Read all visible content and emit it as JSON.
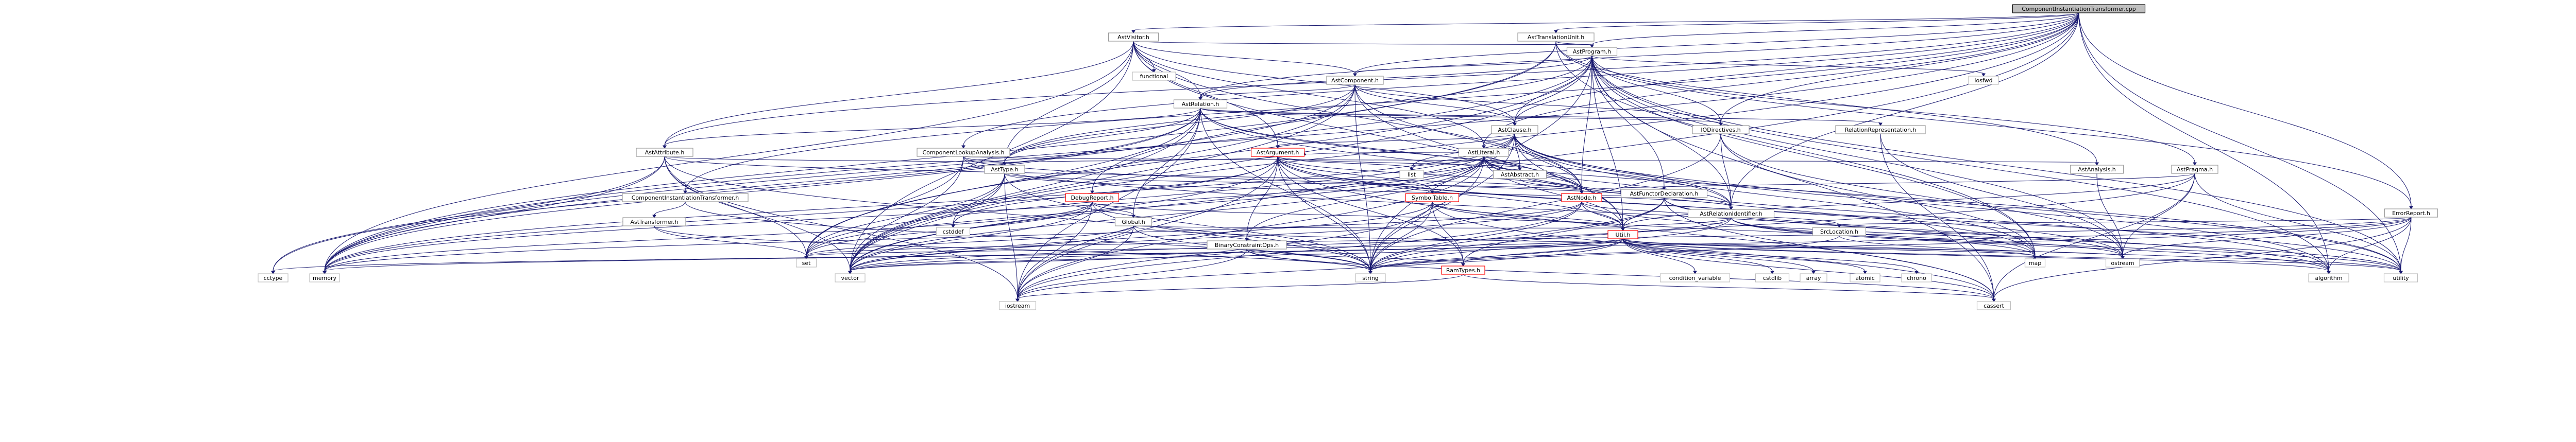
{
  "nodes": [
    {
      "id": "root",
      "label": "ComponentInstantiationTransformer.cpp",
      "kind": "root"
    },
    {
      "id": "astvisitor",
      "label": "AstVisitor.h",
      "kind": "hdr"
    },
    {
      "id": "asttu",
      "label": "AstTranslationUnit.h",
      "kind": "hdr"
    },
    {
      "id": "astprogram",
      "label": "AstProgram.h",
      "kind": "hdr"
    },
    {
      "id": "functional",
      "label": "functional",
      "kind": "sys"
    },
    {
      "id": "astcomponent",
      "label": "AstComponent.h",
      "kind": "hdr"
    },
    {
      "id": "iosfwd",
      "label": "iosfwd",
      "kind": "sys"
    },
    {
      "id": "astrelation",
      "label": "AstRelation.h",
      "kind": "hdr"
    },
    {
      "id": "astclause",
      "label": "AstClause.h",
      "kind": "hdr"
    },
    {
      "id": "ioqh",
      "label": "IODirectives.h",
      "kind": "hdr"
    },
    {
      "id": "relrep",
      "label": "RelationRepresentation.h",
      "kind": "hdr"
    },
    {
      "id": "astattribute",
      "label": "AstAttribute.h",
      "kind": "hdr"
    },
    {
      "id": "complookup",
      "label": "ComponentLookupAnalysis.h",
      "kind": "hdr"
    },
    {
      "id": "astargument",
      "label": "AstArgument.h",
      "kind": "red"
    },
    {
      "id": "astliteral",
      "label": "AstLiteral.h",
      "kind": "hdr"
    },
    {
      "id": "asttype",
      "label": "AstType.h",
      "kind": "hdr"
    },
    {
      "id": "list",
      "label": "list",
      "kind": "sys"
    },
    {
      "id": "astabstract",
      "label": "AstAbstract.h",
      "kind": "hdr"
    },
    {
      "id": "astfunctor",
      "label": "AstFunctorDeclaration.h",
      "kind": "hdr"
    },
    {
      "id": "astanalysis",
      "label": "AstAnalysis.h",
      "kind": "hdr"
    },
    {
      "id": "astpragma",
      "label": "AstPragma.h",
      "kind": "hdr"
    },
    {
      "id": "compinst",
      "label": "ComponentInstantiationTransformer.h",
      "kind": "hdr"
    },
    {
      "id": "asttransformer",
      "label": "AstTransformer.h",
      "kind": "hdr"
    },
    {
      "id": "debugreport",
      "label": "DebugReport.h",
      "kind": "red"
    },
    {
      "id": "global",
      "label": "Global.h",
      "kind": "hdr"
    },
    {
      "id": "symboltable",
      "label": "SymbolTable.h",
      "kind": "red"
    },
    {
      "id": "binconstr",
      "label": "BinaryConstraintOps.h",
      "kind": "hdr"
    },
    {
      "id": "astnode",
      "label": "AstNode.h",
      "kind": "red"
    },
    {
      "id": "astrelid",
      "label": "AstRelationIdentifier.h",
      "kind": "hdr"
    },
    {
      "id": "srclocation",
      "label": "SrcLocation.h",
      "kind": "hdr"
    },
    {
      "id": "errorreport",
      "label": "ErrorReport.h",
      "kind": "hdr"
    },
    {
      "id": "utilh",
      "label": "Util.h",
      "kind": "red"
    },
    {
      "id": "ramtypes",
      "label": "RamTypes.h",
      "kind": "red"
    },
    {
      "id": "cstddef",
      "label": "cstddef",
      "kind": "sys"
    },
    {
      "id": "cctype",
      "label": "cctype",
      "kind": "sys"
    },
    {
      "id": "memory",
      "label": "memory",
      "kind": "sys"
    },
    {
      "id": "set",
      "label": "set",
      "kind": "sys"
    },
    {
      "id": "vector",
      "label": "vector",
      "kind": "sys"
    },
    {
      "id": "string",
      "label": "string",
      "kind": "sys"
    },
    {
      "id": "iostream",
      "label": "iostream",
      "kind": "sys"
    },
    {
      "id": "condvar",
      "label": "condition_variable",
      "kind": "sys"
    },
    {
      "id": "cstdlib",
      "label": "cstdlib",
      "kind": "sys"
    },
    {
      "id": "array",
      "label": "array",
      "kind": "sys"
    },
    {
      "id": "atomic",
      "label": "atomic",
      "kind": "sys"
    },
    {
      "id": "chrono",
      "label": "chrono",
      "kind": "sys"
    },
    {
      "id": "cassert",
      "label": "cassert",
      "kind": "sys"
    },
    {
      "id": "map",
      "label": "map",
      "kind": "sys"
    },
    {
      "id": "ostream",
      "label": "ostream",
      "kind": "sys"
    },
    {
      "id": "algorithm",
      "label": "algorithm",
      "kind": "sys"
    },
    {
      "id": "utility",
      "label": "utility",
      "kind": "sys"
    }
  ],
  "edges": [
    [
      "root",
      "astvisitor"
    ],
    [
      "root",
      "asttu"
    ],
    [
      "root",
      "astprogram"
    ],
    [
      "root",
      "astcomponent"
    ],
    [
      "root",
      "astclause"
    ],
    [
      "root",
      "astliteral"
    ],
    [
      "root",
      "astrelation"
    ],
    [
      "root",
      "astattribute"
    ],
    [
      "root",
      "complookup"
    ],
    [
      "root",
      "astrelid"
    ],
    [
      "root",
      "errorreport"
    ],
    [
      "root",
      "iostream"
    ],
    [
      "root",
      "memory"
    ],
    [
      "root",
      "utility"
    ],
    [
      "root",
      "ioqh"
    ],
    [
      "root",
      "compinst"
    ],
    [
      "root",
      "vector"
    ],
    [
      "root",
      "algorithm"
    ],
    [
      "astvisitor",
      "astprogram"
    ],
    [
      "astvisitor",
      "functional"
    ],
    [
      "astvisitor",
      "astcomponent"
    ],
    [
      "astvisitor",
      "astrelation"
    ],
    [
      "astvisitor",
      "astclause"
    ],
    [
      "astvisitor",
      "astargument"
    ],
    [
      "astvisitor",
      "astliteral"
    ],
    [
      "astvisitor",
      "astattribute"
    ],
    [
      "astvisitor",
      "asttype"
    ],
    [
      "astvisitor",
      "astnode"
    ],
    [
      "astvisitor",
      "memory"
    ],
    [
      "astvisitor",
      "vector"
    ],
    [
      "astvisitor",
      "utilh"
    ],
    [
      "asttu",
      "astprogram"
    ],
    [
      "asttu",
      "errorreport"
    ],
    [
      "asttu",
      "debugreport"
    ],
    [
      "asttu",
      "astanalysis"
    ],
    [
      "asttu",
      "memory"
    ],
    [
      "asttu",
      "map"
    ],
    [
      "astprogram",
      "iosfwd"
    ],
    [
      "astprogram",
      "astcomponent"
    ],
    [
      "astprogram",
      "astrelation"
    ],
    [
      "astprogram",
      "astclause"
    ],
    [
      "astprogram",
      "astfunctor"
    ],
    [
      "astprogram",
      "astpragma"
    ],
    [
      "astprogram",
      "astrelid"
    ],
    [
      "astprogram",
      "asttype"
    ],
    [
      "astprogram",
      "astnode"
    ],
    [
      "astprogram",
      "ioqh"
    ],
    [
      "astprogram",
      "utilh"
    ],
    [
      "astprogram",
      "map"
    ],
    [
      "astprogram",
      "memory"
    ],
    [
      "astprogram",
      "set"
    ],
    [
      "astprogram",
      "string"
    ],
    [
      "astprogram",
      "vector"
    ],
    [
      "astprogram",
      "algorithm"
    ],
    [
      "astprogram",
      "cassert"
    ],
    [
      "astprogram",
      "utility"
    ],
    [
      "astprogram",
      "ostream"
    ],
    [
      "astcomponent",
      "astrelation"
    ],
    [
      "astcomponent",
      "astclause"
    ],
    [
      "astcomponent",
      "ioqh"
    ],
    [
      "astcomponent",
      "asttype"
    ],
    [
      "astcomponent",
      "astnode"
    ],
    [
      "astcomponent",
      "utilh"
    ],
    [
      "astcomponent",
      "memory"
    ],
    [
      "astcomponent",
      "set"
    ],
    [
      "astcomponent",
      "vector"
    ],
    [
      "astcomponent",
      "string"
    ],
    [
      "astrelation",
      "astattribute"
    ],
    [
      "astrelation",
      "astclause"
    ],
    [
      "astrelation",
      "astnode"
    ],
    [
      "astrelation",
      "astrelid"
    ],
    [
      "astrelation",
      "asttype"
    ],
    [
      "astrelation",
      "ioqh"
    ],
    [
      "astrelation",
      "relrep"
    ],
    [
      "astrelation",
      "global"
    ],
    [
      "astrelation",
      "cctype"
    ],
    [
      "astrelation",
      "memory"
    ],
    [
      "astrelation",
      "set"
    ],
    [
      "astrelation",
      "vector"
    ],
    [
      "astrelation",
      "iostream"
    ],
    [
      "astrelation",
      "string"
    ],
    [
      "astrelation",
      "utility"
    ],
    [
      "astclause",
      "astargument"
    ],
    [
      "astclause",
      "astliteral"
    ],
    [
      "astclause",
      "astnode"
    ],
    [
      "astclause",
      "astabstract"
    ],
    [
      "astclause",
      "astrelid"
    ],
    [
      "astclause",
      "utilh"
    ],
    [
      "astclause",
      "list"
    ],
    [
      "astclause",
      "memory"
    ],
    [
      "astclause",
      "string"
    ],
    [
      "astclause",
      "vector"
    ],
    [
      "astclause",
      "set"
    ],
    [
      "astclause",
      "algorithm"
    ],
    [
      "astclause",
      "map"
    ],
    [
      "astclause",
      "utility"
    ],
    [
      "ioqh",
      "astrelid"
    ],
    [
      "ioqh",
      "map"
    ],
    [
      "ioqh",
      "ostream"
    ],
    [
      "ioqh",
      "string"
    ],
    [
      "relrep",
      "cassert"
    ],
    [
      "relrep",
      "ostream"
    ],
    [
      "astattribute",
      "astnode"
    ],
    [
      "astattribute",
      "asttype"
    ],
    [
      "astattribute",
      "cctype"
    ],
    [
      "astattribute",
      "memory"
    ],
    [
      "astattribute",
      "set"
    ],
    [
      "astattribute",
      "string"
    ],
    [
      "astattribute",
      "vector"
    ],
    [
      "astattribute",
      "iostream"
    ],
    [
      "complookup",
      "astanalysis"
    ],
    [
      "complookup",
      "asttype"
    ],
    [
      "complookup",
      "astrelid"
    ],
    [
      "complookup",
      "map"
    ],
    [
      "complookup",
      "set"
    ],
    [
      "complookup",
      "vector"
    ],
    [
      "astargument",
      "astabstract"
    ],
    [
      "astargument",
      "astnode"
    ],
    [
      "astargument",
      "asttype"
    ],
    [
      "astargument",
      "binconstr"
    ],
    [
      "astargument",
      "symboltable"
    ],
    [
      "astargument",
      "ramtypes"
    ],
    [
      "astargument",
      "utilh"
    ],
    [
      "astargument",
      "cstddef"
    ],
    [
      "astargument",
      "list"
    ],
    [
      "astargument",
      "memory"
    ],
    [
      "astargument",
      "string"
    ],
    [
      "astargument",
      "vector"
    ],
    [
      "astargument",
      "iostream"
    ],
    [
      "astargument",
      "cassert"
    ],
    [
      "astargument",
      "ostream"
    ],
    [
      "astargument",
      "utility"
    ],
    [
      "astliteral",
      "astargument"
    ],
    [
      "astliteral",
      "astnode"
    ],
    [
      "astliteral",
      "astrelid"
    ],
    [
      "astliteral",
      "astabstract"
    ],
    [
      "astliteral",
      "binconstr"
    ],
    [
      "astliteral",
      "utilh"
    ],
    [
      "astliteral",
      "list"
    ],
    [
      "astliteral",
      "memory"
    ],
    [
      "astliteral",
      "set"
    ],
    [
      "astliteral",
      "vector"
    ],
    [
      "astliteral",
      "string"
    ],
    [
      "astliteral",
      "map"
    ],
    [
      "astliteral",
      "iostream"
    ],
    [
      "astliteral",
      "algorithm"
    ],
    [
      "asttype",
      "astnode"
    ],
    [
      "asttype",
      "astrelid"
    ],
    [
      "asttype",
      "set"
    ],
    [
      "asttype",
      "string"
    ],
    [
      "asttype",
      "vector"
    ],
    [
      "asttype",
      "iostream"
    ],
    [
      "asttype",
      "cstddef"
    ],
    [
      "astabstract",
      "astnode"
    ],
    [
      "astfunctor",
      "astnode"
    ],
    [
      "astfunctor",
      "ramtypes"
    ],
    [
      "astfunctor",
      "utilh"
    ],
    [
      "astfunctor",
      "cassert"
    ],
    [
      "astfunctor",
      "string"
    ],
    [
      "astfunctor",
      "ostream"
    ],
    [
      "astfunctor",
      "algorithm"
    ],
    [
      "astanalysis",
      "ostream"
    ],
    [
      "astpragma",
      "astnode"
    ],
    [
      "astpragma",
      "utilh"
    ],
    [
      "astpragma",
      "string"
    ],
    [
      "astpragma",
      "ostream"
    ],
    [
      "astpragma",
      "utility"
    ],
    [
      "astpragma",
      "cassert"
    ],
    [
      "compinst",
      "asttransformer"
    ],
    [
      "compinst",
      "string"
    ],
    [
      "asttransformer",
      "set"
    ],
    [
      "asttransformer",
      "string"
    ],
    [
      "debugreport",
      "global"
    ],
    [
      "debugreport",
      "utilh"
    ],
    [
      "debugreport",
      "set"
    ],
    [
      "debugreport",
      "string"
    ],
    [
      "debugreport",
      "vector"
    ],
    [
      "debugreport",
      "memory"
    ],
    [
      "debugreport",
      "iostream"
    ],
    [
      "global",
      "iostream"
    ],
    [
      "global",
      "map"
    ],
    [
      "global",
      "string"
    ],
    [
      "global",
      "vector"
    ],
    [
      "global",
      "set"
    ],
    [
      "global",
      "utilh"
    ],
    [
      "symboltable",
      "utilh"
    ],
    [
      "symboltable",
      "ramtypes"
    ],
    [
      "symboltable",
      "string"
    ],
    [
      "symboltable",
      "vector"
    ],
    [
      "symboltable",
      "map"
    ],
    [
      "symboltable",
      "iostream"
    ],
    [
      "symboltable",
      "cassert"
    ],
    [
      "binconstr",
      "ramtypes"
    ],
    [
      "binconstr",
      "iostream"
    ],
    [
      "binconstr",
      "string"
    ],
    [
      "binconstr",
      "vector"
    ],
    [
      "binconstr",
      "cassert"
    ],
    [
      "astnode",
      "srclocation"
    ],
    [
      "astnode",
      "utilh"
    ],
    [
      "astnode",
      "memory"
    ],
    [
      "astnode",
      "vector"
    ],
    [
      "astnode",
      "string"
    ],
    [
      "astnode",
      "utility"
    ],
    [
      "astnode",
      "iostream"
    ],
    [
      "astrelid",
      "utilh"
    ],
    [
      "astrelid",
      "string"
    ],
    [
      "astrelid",
      "vector"
    ],
    [
      "astrelid",
      "ostream"
    ],
    [
      "astrelid",
      "algorithm"
    ],
    [
      "astrelid",
      "utility"
    ],
    [
      "srclocation",
      "string"
    ],
    [
      "srclocation",
      "utility"
    ],
    [
      "errorreport",
      "srclocation"
    ],
    [
      "errorreport",
      "set"
    ],
    [
      "errorreport",
      "string"
    ],
    [
      "errorreport",
      "vector"
    ],
    [
      "errorreport",
      "ostream"
    ],
    [
      "errorreport",
      "algorithm"
    ],
    [
      "errorreport",
      "cassert"
    ],
    [
      "errorreport",
      "utility"
    ],
    [
      "utilh",
      "ramtypes"
    ],
    [
      "utilh",
      "cctype"
    ],
    [
      "utilh",
      "memory"
    ],
    [
      "utilh",
      "set"
    ],
    [
      "utilh",
      "vector"
    ],
    [
      "utilh",
      "string"
    ],
    [
      "utilh",
      "condvar"
    ],
    [
      "utilh",
      "cstdlib"
    ],
    [
      "utilh",
      "array"
    ],
    [
      "utilh",
      "atomic"
    ],
    [
      "utilh",
      "chrono"
    ],
    [
      "utilh",
      "cassert"
    ],
    [
      "utilh",
      "map"
    ],
    [
      "utilh",
      "ostream"
    ],
    [
      "utilh",
      "algorithm"
    ],
    [
      "utilh",
      "utility"
    ],
    [
      "utilh",
      "iostream"
    ],
    [
      "ramtypes",
      "iostream"
    ],
    [
      "ramtypes",
      "cassert"
    ]
  ]
}
